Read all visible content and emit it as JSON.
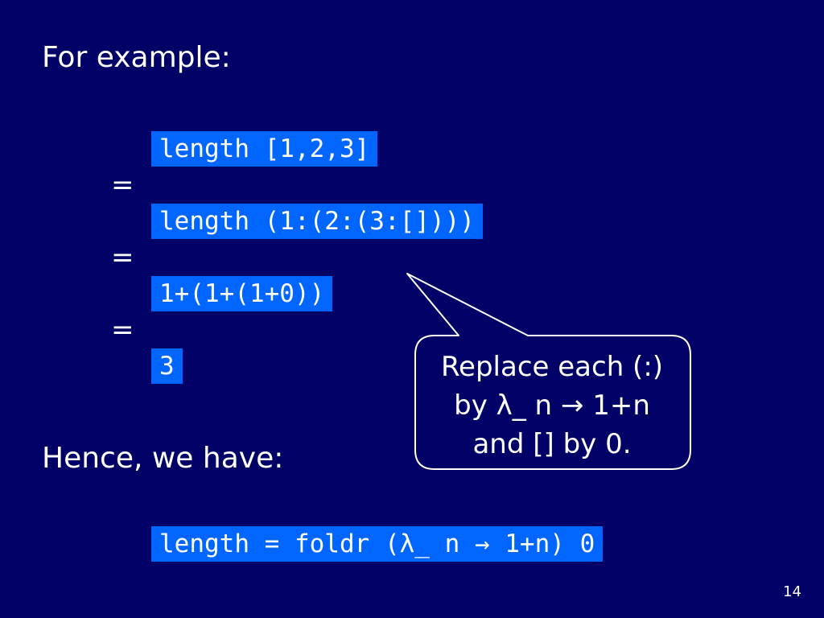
{
  "slide": {
    "title": "For example:",
    "steps": [
      "length [1,2,3]",
      "length (1:(2:(3:[])))",
      "1+(1+(1+0))",
      "3"
    ],
    "equals": "=",
    "conclusion_heading": "Hence, we have:",
    "final_code": "length = foldr (λ_ n → 1+n) 0",
    "callout": {
      "line1": "Replace each (:)",
      "line2": "by λ_ n → 1+n",
      "line3": "and [] by 0."
    },
    "page_number": "14"
  },
  "colors": {
    "background": "#000066",
    "code_highlight": "#0066ff",
    "text": "#ffffff"
  }
}
